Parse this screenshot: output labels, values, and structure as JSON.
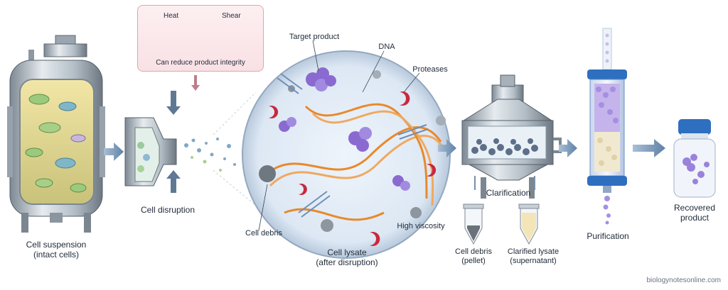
{
  "warning": {
    "heat_label": "Heat",
    "shear_label": "Shear",
    "caption": "Can reduce product integrity"
  },
  "steps": {
    "suspension": {
      "line1": "Cell suspension",
      "line2": "(intact cells)"
    },
    "disruption": {
      "label": "Cell disruption"
    },
    "lysate": {
      "line1": "Cell lysate",
      "line2": "(after disruption)"
    },
    "clarification": {
      "label": "Clarification"
    },
    "purification": {
      "label": "Purification"
    },
    "recovered": {
      "line1": "Recovered",
      "line2": "product"
    }
  },
  "lysate_callouts": {
    "target_product": "Target product",
    "dna": "DNA",
    "proteases": "Proteases",
    "cell_debris": "Cell debris",
    "high_viscosity": "High viscosity"
  },
  "tubes": {
    "pellet": {
      "line1": "Cell debris",
      "line2": "(pellet)"
    },
    "supernatant": {
      "line1": "Clarified lysate",
      "line2": "(supernatant)"
    }
  },
  "watermark": "biologynotesonline.com",
  "colors": {
    "arrow": "#6f8fb0",
    "steel": "#b9c3cc",
    "dna": "#e8892b",
    "product": "#8a6ad0",
    "protease": "#c8283e",
    "column": "#2f6fbf",
    "warning_border": "#e2a4ad"
  }
}
